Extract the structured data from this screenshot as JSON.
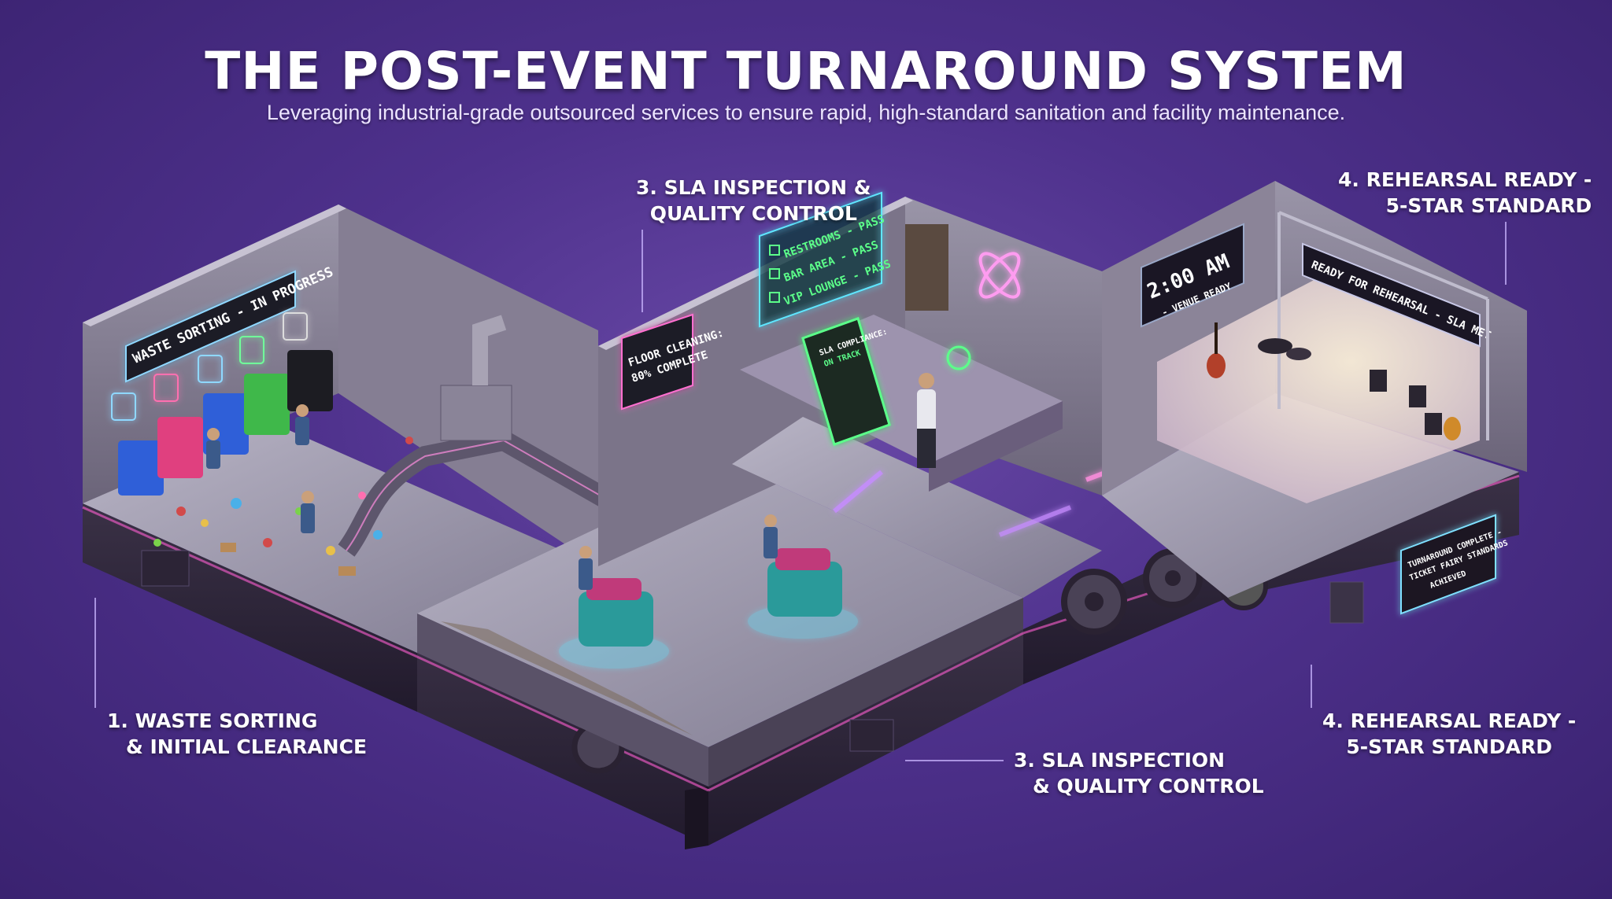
{
  "header": {
    "title": "THE POST-EVENT TURNAROUND SYSTEM",
    "subtitle": "Leveraging industrial-grade outsourced services to ensure rapid, high-standard sanitation and facility maintenance."
  },
  "callouts": {
    "sla_top": [
      "3. SLA INSPECTION &",
      "QUALITY CONTROL"
    ],
    "rehearsal_top": [
      "4. REHEARSAL READY -",
      "5-STAR STANDARD"
    ],
    "waste_bottom": [
      "1. WASTE SORTING",
      "& INITIAL CLEARANCE"
    ],
    "sla_bottom": [
      "3. SLA INSPECTION",
      "& QUALITY CONTROL"
    ],
    "rehearsal_bottom": [
      "4. REHEARSAL READY -",
      "5-STAR STANDARD"
    ]
  },
  "signs": {
    "waste_sorting": "WASTE SORTING - IN PROGRESS",
    "floor_cleaning": [
      "FLOOR CLEANING:",
      "80% COMPLETE"
    ],
    "checklist": [
      "RESTROOMS - PASS",
      "BAR AREA - PASS",
      "VIP LOUNGE - PASS"
    ],
    "tablet": [
      "SLA COMPLIANCE:",
      "ON TRACK"
    ],
    "clock_time": "2:00 AM",
    "clock_caption": "- VENUE READY",
    "stage_banner": "READY FOR REHEARSAL - SLA MET",
    "turnaround": [
      "TURNAROUND COMPLETE -",
      "TICKET FAIRY STANDARDS",
      "ACHIEVED"
    ]
  },
  "colors": {
    "accent_pink": "#ff5fd2",
    "accent_cyan": "#5fe6ff",
    "pass_green": "#5cff8a",
    "bin_blue": "#2f5fd8",
    "bin_pink": "#e0407f",
    "bin_green": "#3fb84a",
    "bin_black": "#1c1c22"
  }
}
